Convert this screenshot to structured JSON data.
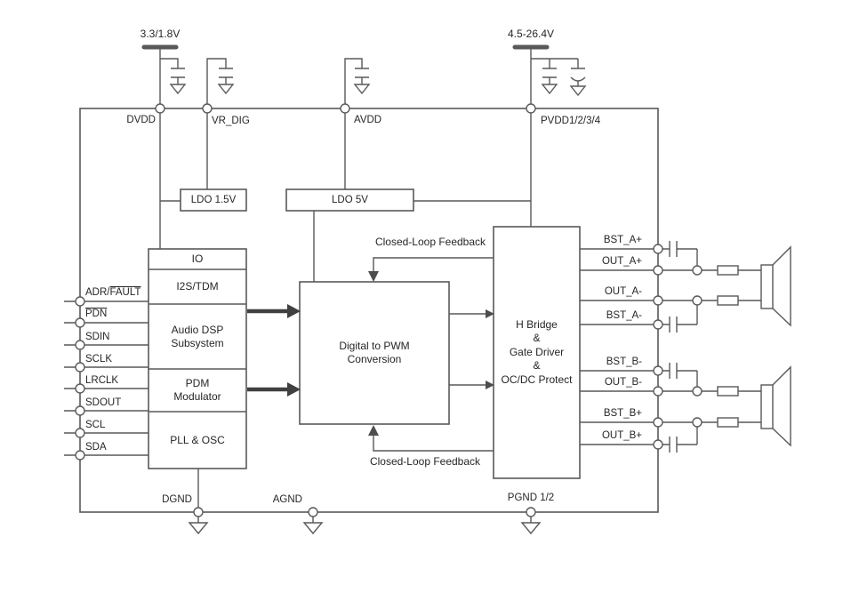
{
  "title": "Audio amplifier functional block diagram",
  "colors": {
    "line": "#595959",
    "text": "#262626",
    "arrow": "#404040",
    "background": "#ffffff"
  },
  "supplies": {
    "digital": "3.3/1.8V",
    "power": "4.5-26.4V"
  },
  "power_pins": {
    "dvdd": "DVDD",
    "vr_dig": "VR_DIG",
    "avdd": "AVDD",
    "pvdd": "PVDD1/2/3/4"
  },
  "grounds": {
    "dgnd": "DGND",
    "agnd": "AGND",
    "pgnd": "PGND 1/2"
  },
  "ldos": {
    "ldo_1v5": "LDO 1.5V",
    "ldo_5v": "LDO 5V"
  },
  "core_blocks": {
    "io": "IO",
    "i2s": "I2S/TDM",
    "dsp": {
      "line1": "Audio DSP",
      "line2": "Subsystem"
    },
    "pdm": {
      "line1": "PDM",
      "line2": "Modulator"
    },
    "pll": "PLL & OSC",
    "pwm": {
      "line1": "Digital to PWM",
      "line2": "Conversion"
    },
    "hbridge": {
      "line1": "H Bridge",
      "line2": "&",
      "line3": "Gate Driver",
      "line4": "&",
      "line5": "OC/DC Protect"
    }
  },
  "left_pins": {
    "adr_fault": {
      "pre": "ADR/",
      "over": "FAULT"
    },
    "pdn": {
      "over": "PDN"
    },
    "sdin": "SDIN",
    "sclk": "SCLK",
    "lrclk": "LRCLK",
    "sdout": "SDOUT",
    "scl": "SCL",
    "sda": "SDA"
  },
  "right_pins": {
    "bst_a_plus": "BST_A+",
    "out_a_plus": "OUT_A+",
    "out_a_minus": "OUT_A-",
    "bst_a_minus": "BST_A-",
    "bst_b_minus": "BST_B-",
    "out_b_minus": "OUT_B-",
    "bst_b_plus": "BST_B+",
    "out_b_plus": "OUT_B+"
  },
  "annotations": {
    "feedback_top": "Closed-Loop Feedback",
    "feedback_bottom": "Closed-Loop Feedback"
  }
}
